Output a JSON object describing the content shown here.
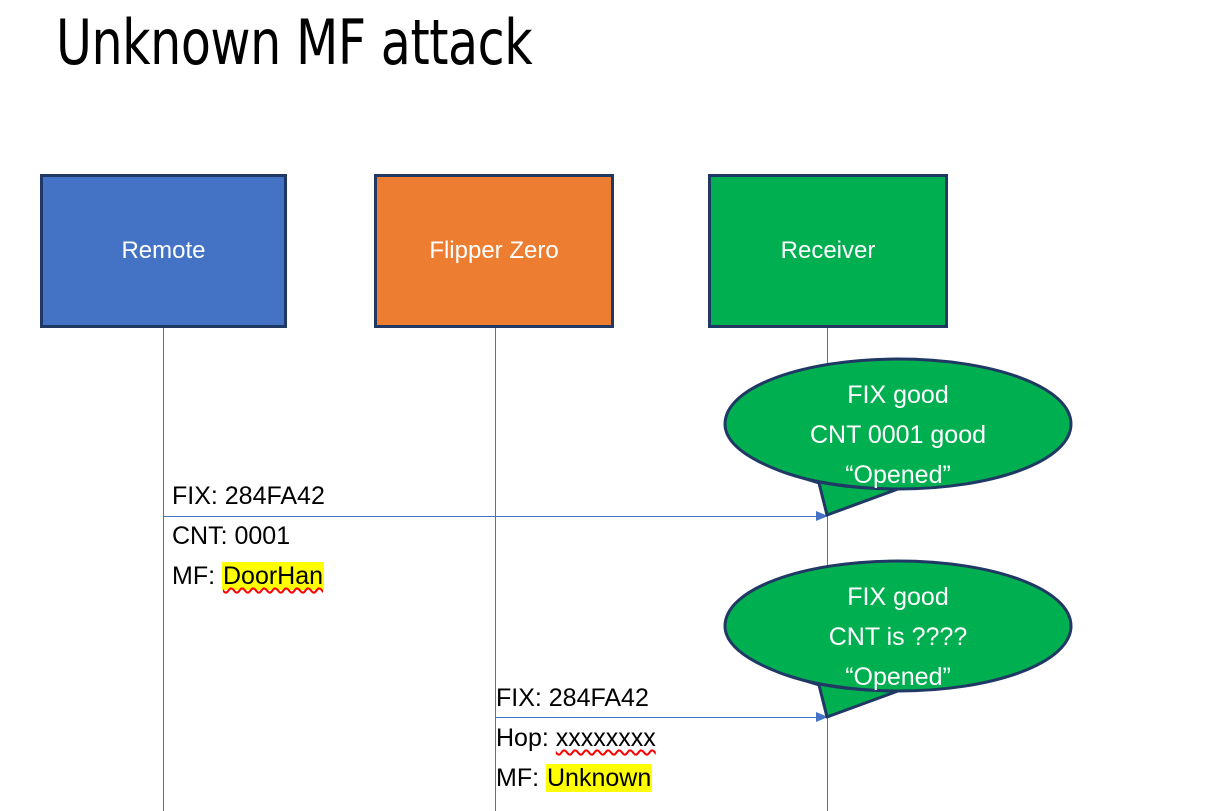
{
  "slide": {
    "title": "Unknown MF attack",
    "background": "#FFFFFF"
  },
  "colors": {
    "remote_fill": "#4472C4",
    "flipper_fill": "#ED7D31",
    "receiver_fill": "#00AF50",
    "box_border": "#1F3864",
    "lifeline": "#4472C4",
    "arrow": "#4472C4",
    "callout_fill": "#00AF50",
    "callout_border": "#1F3864",
    "highlight": "#FFFF00",
    "spellcheck_underline": "#FF0000",
    "text": "#000000",
    "inverse_text": "#FFFFFF"
  },
  "actors": [
    {
      "id": "remote",
      "label": "Remote"
    },
    {
      "id": "flipper",
      "label": "Flipper Zero"
    },
    {
      "id": "receiver",
      "label": "Receiver"
    }
  ],
  "messages": [
    {
      "id": "remote-to-receiver",
      "from": "remote",
      "to": "receiver",
      "line1": "FIX: 284FA42",
      "line2": "CNT: 0001",
      "line3_label": "MF: ",
      "line3_value": "DoorHan",
      "line3_highlighted": true,
      "line3_spellchecked": true
    },
    {
      "id": "flipper-to-receiver",
      "from": "flipper",
      "to": "receiver",
      "line1": "FIX: 284FA42",
      "line2_label": "Hop: ",
      "line2_value": "xxxxxxxx",
      "line2_spellchecked": true,
      "line3_label": "MF: ",
      "line3_value": "Unknown",
      "line3_highlighted": true,
      "line3_spellchecked": false
    }
  ],
  "callouts": [
    {
      "id": "callout-1",
      "owner": "receiver",
      "line1": "FIX good",
      "line2": "CNT 0001 good",
      "line3": "“Opened”"
    },
    {
      "id": "callout-2",
      "owner": "receiver",
      "line1": "FIX good",
      "line2": "CNT is ????",
      "line3": "“Opened”"
    }
  ]
}
